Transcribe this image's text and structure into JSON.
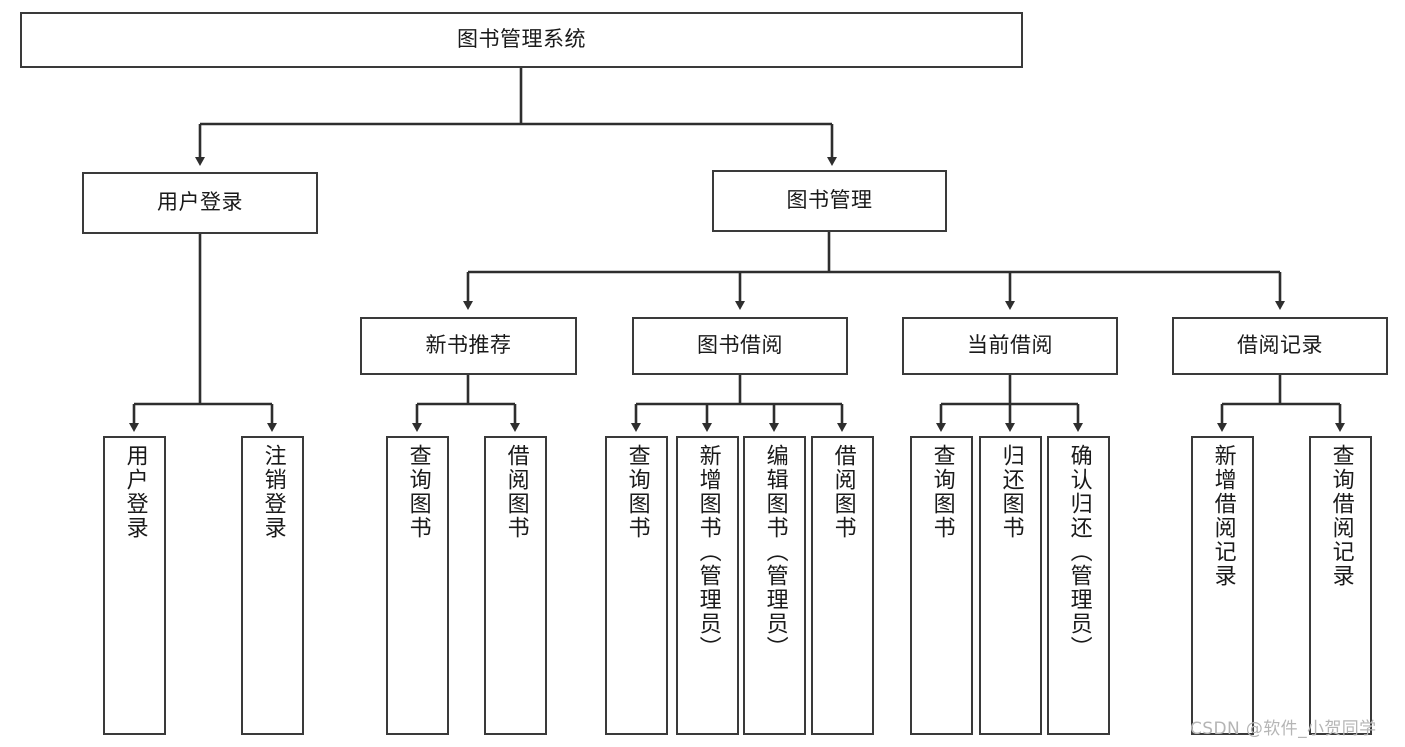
{
  "diagram": {
    "type": "tree",
    "title": "图书管理系统",
    "watermark": "CSDN @软件_小贺同学",
    "colors": {
      "border": "#3a3a3a",
      "background": "#ffffff",
      "text": "#1a1a1a",
      "watermark": "#b5b5b5"
    },
    "root": {
      "label": "图书管理系统"
    },
    "level2": [
      {
        "label": "用户登录"
      },
      {
        "label": "图书管理"
      }
    ],
    "level3": [
      {
        "label": "新书推荐"
      },
      {
        "label": "图书借阅"
      },
      {
        "label": "当前借阅"
      },
      {
        "label": "借阅记录"
      }
    ],
    "leaves": {
      "user_login": [
        {
          "label": "用户登录"
        },
        {
          "label": "注销登录"
        }
      ],
      "new_book": [
        {
          "label": "查询图书"
        },
        {
          "label": "借阅图书"
        }
      ],
      "book_borrow": [
        {
          "label": "查询图书"
        },
        {
          "label": "新增图书（管理员）"
        },
        {
          "label": "编辑图书（管理员）"
        },
        {
          "label": "借阅图书"
        }
      ],
      "current_borrow": [
        {
          "label": "查询图书"
        },
        {
          "label": "归还图书"
        },
        {
          "label": "确认归还（管理员）"
        }
      ],
      "borrow_record": [
        {
          "label": "新增借阅记录"
        },
        {
          "label": "查询借阅记录"
        }
      ]
    }
  }
}
